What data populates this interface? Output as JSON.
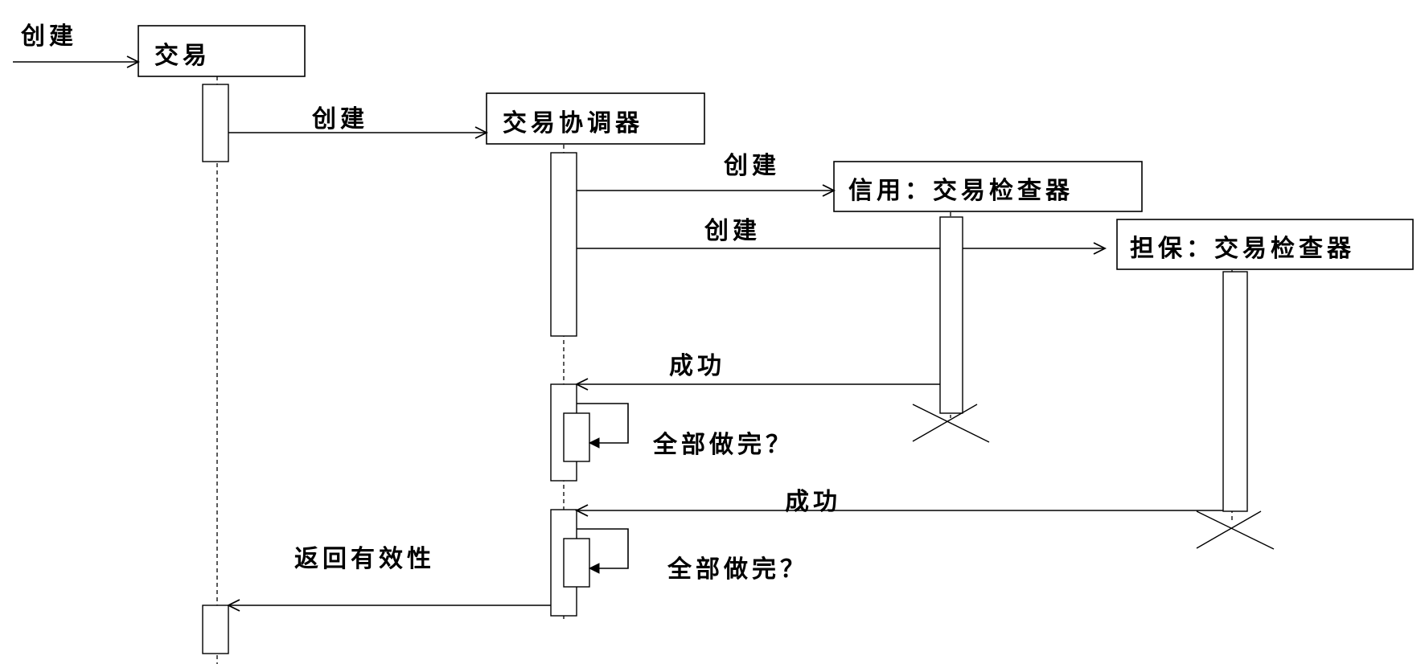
{
  "objects": {
    "transaction": "交易",
    "coordinator": "交易协调器",
    "credit_checker": "信用：交易检查器",
    "guarantee_checker": "担保：交易检查器"
  },
  "messages": {
    "create_transaction": "创建",
    "create_coordinator": "创建",
    "create_credit_checker": "创建",
    "create_guarantee_checker": "创建",
    "credit_success": "成功",
    "credit_all_done": "全部做完？",
    "guarantee_success": "成功",
    "guarantee_all_done": "全部做完？",
    "return_validity": "返回有效性"
  }
}
